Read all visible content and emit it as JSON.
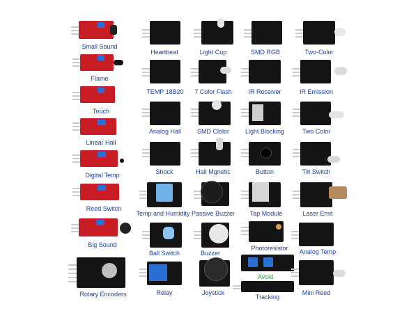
{
  "modules": [
    {
      "label": "Small Sound"
    },
    {
      "label": "Flame"
    },
    {
      "label": "Touch"
    },
    {
      "label": "Linear Hall"
    },
    {
      "label": "Digital Temp"
    },
    {
      "label": "Reed Switch"
    },
    {
      "label": "Big Sound"
    },
    {
      "label": "Rotary Encoders"
    },
    {
      "label": "Heartbeat"
    },
    {
      "label": "TEMP 18B20"
    },
    {
      "label": "Analog Hall"
    },
    {
      "label": "Shock"
    },
    {
      "label": "Temp and Humidity"
    },
    {
      "label": "Ball Switch"
    },
    {
      "label": "Relay"
    },
    {
      "label": "Light Cup"
    },
    {
      "label": "7 Color Flash"
    },
    {
      "label": "SMD Clolor"
    },
    {
      "label": "Hall Mgnetic"
    },
    {
      "label": "Passive Buzzer"
    },
    {
      "label": "Buzzer"
    },
    {
      "label": "Joystick"
    },
    {
      "label": "SMD RGB"
    },
    {
      "label": "IR Receiver"
    },
    {
      "label": "Light Blocking"
    },
    {
      "label": "Button"
    },
    {
      "label": "Tap Module"
    },
    {
      "label": "Photoresistor"
    },
    {
      "label": "Avoid"
    },
    {
      "label": "Tracking"
    },
    {
      "label": "Two-Color"
    },
    {
      "label": "IR Emission"
    },
    {
      "label": "Two Color"
    },
    {
      "label": "Tilt Switch"
    },
    {
      "label": "Laser Emit"
    },
    {
      "label": "Analog Temp"
    },
    {
      "label": "Mini Reed"
    }
  ],
  "colors": {
    "label": "#1a3fb0",
    "red_board": "#c81d25",
    "black_board": "#151515",
    "pins": "#c9c9c9"
  }
}
